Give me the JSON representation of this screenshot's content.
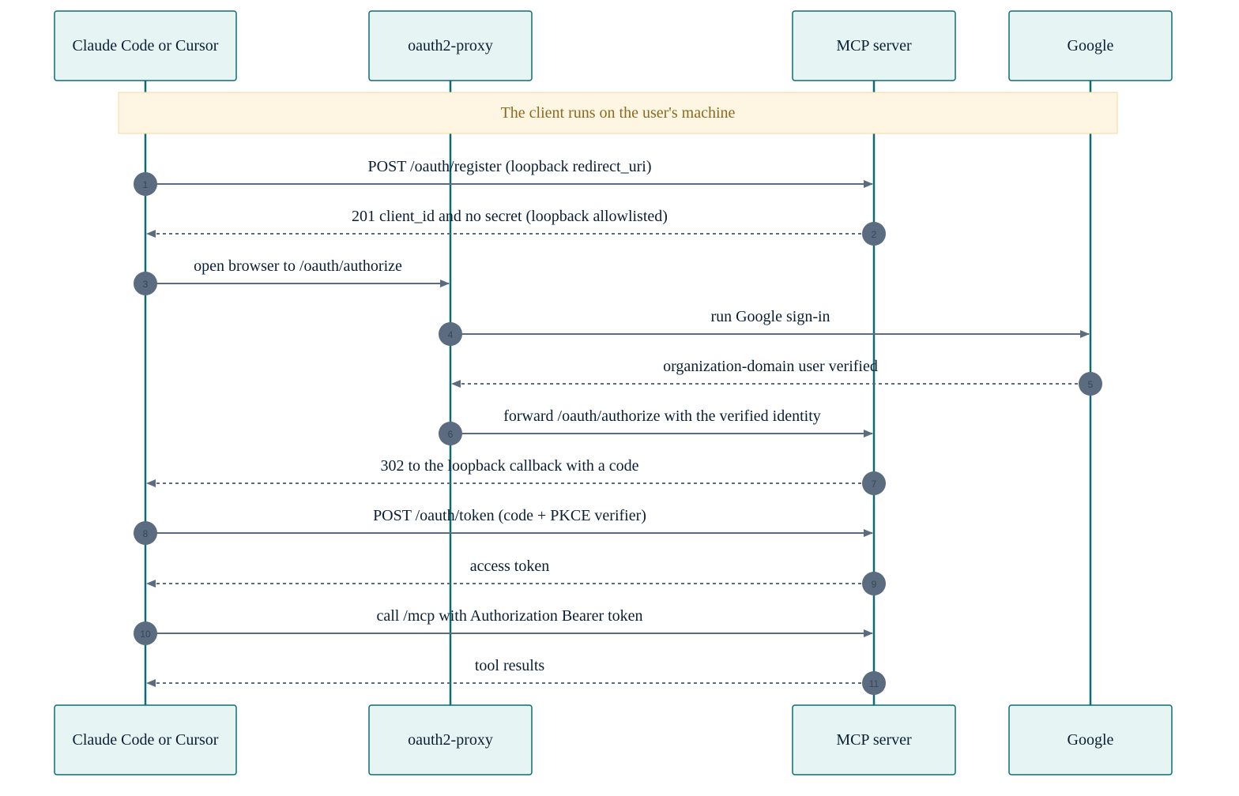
{
  "actors": [
    {
      "id": "client",
      "label": "Claude Code or Cursor"
    },
    {
      "id": "proxy",
      "label": "oauth2-proxy"
    },
    {
      "id": "mcp",
      "label": "MCP server"
    },
    {
      "id": "google",
      "label": "Google"
    }
  ],
  "note": {
    "text": "The client runs on the user's machine",
    "from": "client",
    "to": "google"
  },
  "messages": [
    {
      "step": "1",
      "from": "client",
      "to": "mcp",
      "label": "POST /oauth/register (loopback redirect_uri)",
      "style": "solid"
    },
    {
      "step": "2",
      "from": "mcp",
      "to": "client",
      "label": "201 client_id and no secret (loopback allowlisted)",
      "style": "dashed"
    },
    {
      "step": "3",
      "from": "client",
      "to": "proxy",
      "label": "open browser to /oauth/authorize",
      "style": "solid"
    },
    {
      "step": "4",
      "from": "proxy",
      "to": "google",
      "label": "run Google sign-in",
      "style": "solid"
    },
    {
      "step": "5",
      "from": "google",
      "to": "proxy",
      "label": "organization-domain user verified",
      "style": "dashed"
    },
    {
      "step": "6",
      "from": "proxy",
      "to": "mcp",
      "label": "forward /oauth/authorize with the verified identity",
      "style": "solid"
    },
    {
      "step": "7",
      "from": "mcp",
      "to": "client",
      "label": "302 to the loopback callback with a code",
      "style": "dashed"
    },
    {
      "step": "8",
      "from": "client",
      "to": "mcp",
      "label": "POST /oauth/token (code + PKCE verifier)",
      "style": "solid"
    },
    {
      "step": "9",
      "from": "mcp",
      "to": "client",
      "label": "access token",
      "style": "dashed"
    },
    {
      "step": "10",
      "from": "client",
      "to": "mcp",
      "label": "call /mcp with Authorization Bearer token",
      "style": "solid"
    },
    {
      "step": "11",
      "from": "mcp",
      "to": "client",
      "label": "tool results",
      "style": "dashed"
    }
  ]
}
